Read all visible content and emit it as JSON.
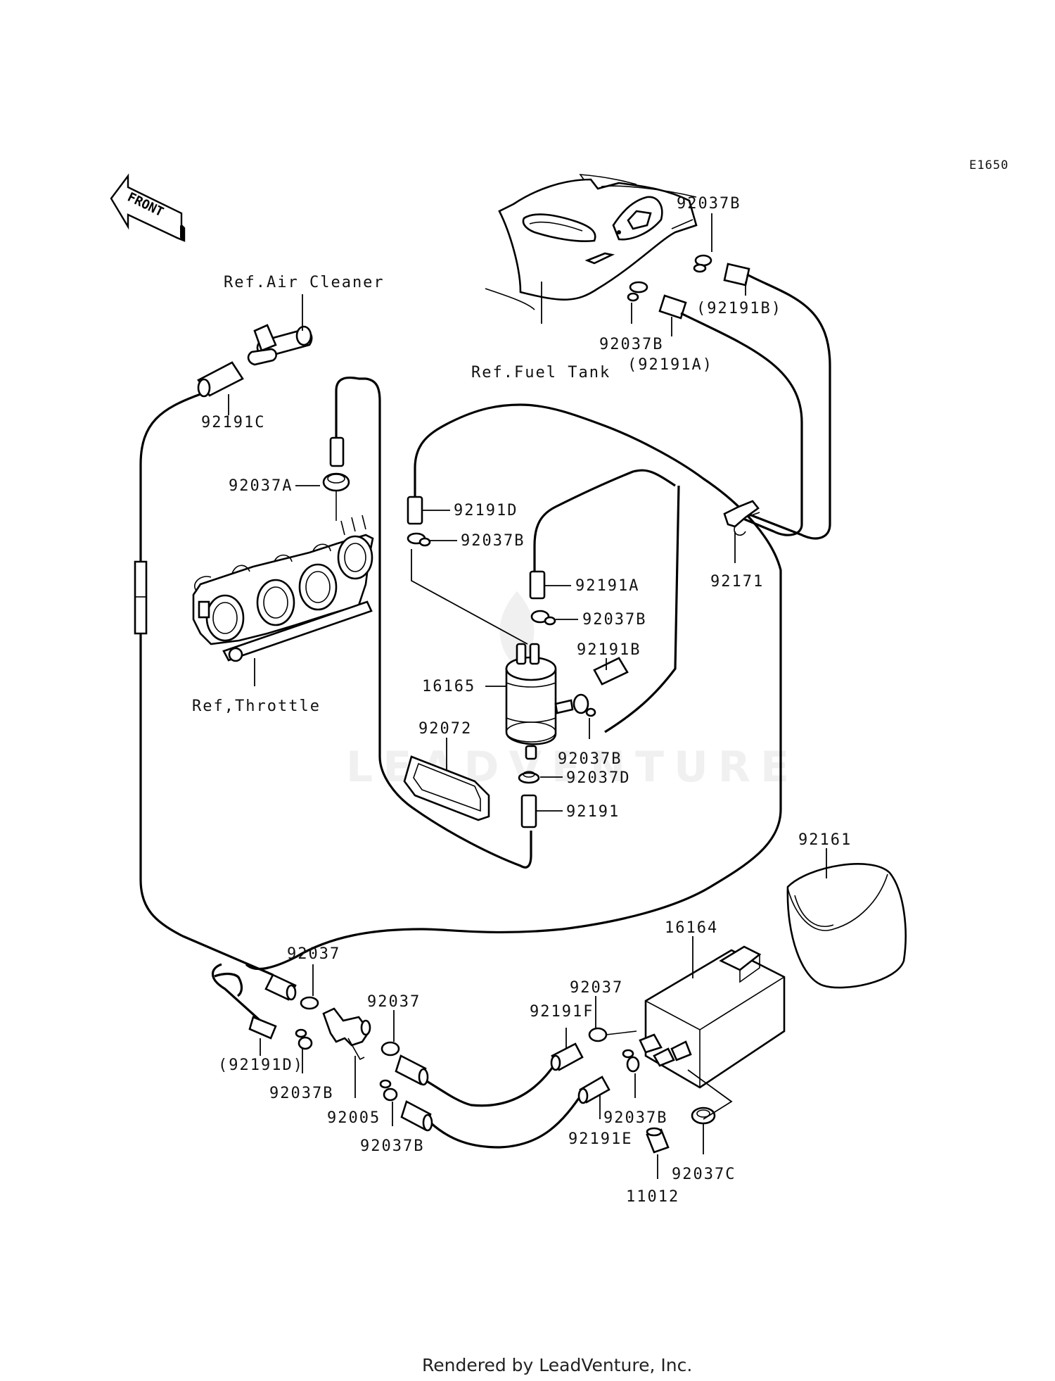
{
  "diagram_code": "E1650",
  "front_label": "FRONT",
  "watermark": "LEADVENTURE",
  "footer": "Rendered by LeadVenture, Inc.",
  "refs": {
    "air_cleaner": "Ref.Air Cleaner",
    "fuel_tank": "Ref.Fuel Tank",
    "throttle": "Ref,Throttle"
  },
  "callouts": {
    "c_92037B_top": "92037B",
    "c_92191B_paren": "(92191B)",
    "c_92037B_tank": "92037B",
    "c_92191A_paren": "(92191A)",
    "c_92191C": "92191C",
    "c_92037A": "92037A",
    "c_92191D": "92191D",
    "c_92037B_filter_in": "92037B",
    "c_92191A": "92191A",
    "c_92171": "92171",
    "c_92037B_mid": "92037B",
    "c_92191B": "92191B",
    "c_16165": "16165",
    "c_92072": "92072",
    "c_92037B_lower": "92037B",
    "c_92037D": "92037D",
    "c_92191": "92191",
    "c_92161": "92161",
    "c_16164": "16164",
    "c_92037_left": "92037",
    "c_92037_center": "92037",
    "c_92037_right": "92037",
    "c_92191F": "92191F",
    "c_92191D_paren": "(92191D)",
    "c_92037B_bl": "92037B",
    "c_92005": "92005",
    "c_92037B_bc": "92037B",
    "c_92191E": "92191E",
    "c_92037B_br": "92037B",
    "c_92037C": "92037C",
    "c_11012": "11012"
  }
}
